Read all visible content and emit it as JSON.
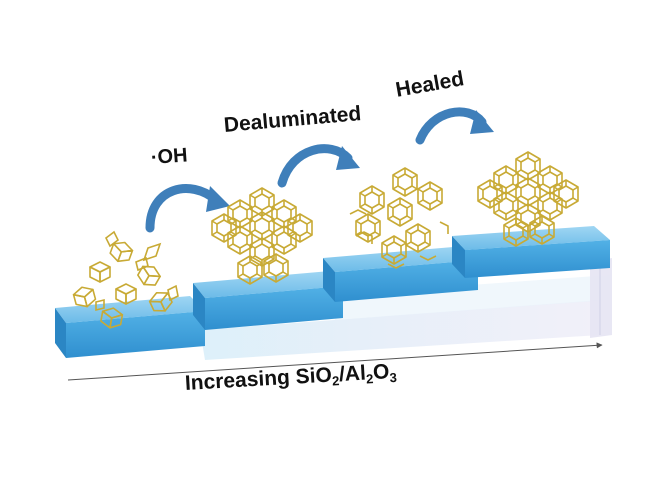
{
  "labels": {
    "oh": "·OH",
    "dealuminated": "Dealuminated",
    "healed": "Healed"
  },
  "axis": {
    "prefix": "Increasing SiO",
    "sub1": "2",
    "mid": "/Al",
    "sub2": "2",
    "o": "O",
    "sub3": "3"
  },
  "colors": {
    "step_top": "#7cc4ea",
    "step_front": "#3ea7e0",
    "arrow": "#3f7fba",
    "framework": "#c8aa35"
  }
}
